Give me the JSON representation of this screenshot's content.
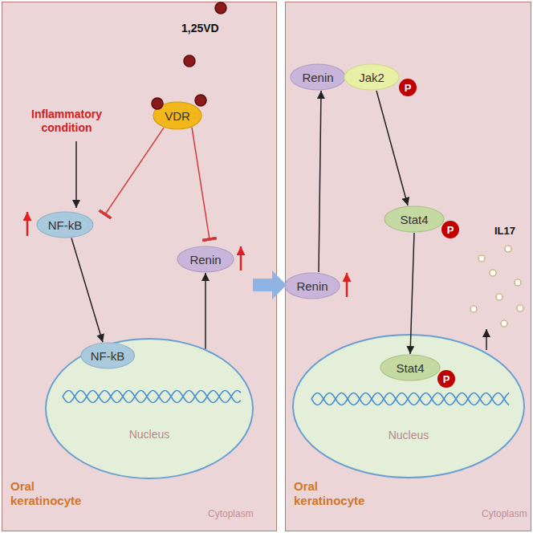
{
  "diagram": {
    "nodes": [
      {
        "text": [
          "Oral keratinocyte",
          "Cytoplasm"
        ]
      },
      {
        "text": [
          "VDR"
        ],
        "in": 0
      },
      {
        "text": [
          "NF-kB"
        ],
        "in": 0
      },
      {
        "text": [
          "Renin"
        ],
        "in": 0
      },
      {
        "text": [
          "Nucleus"
        ],
        "in": 0
      },
      {
        "text": [
          "NF-kB"
        ],
        "in": 4
      },
      {
        "text": [
          "Oral keratinocyte",
          "Cytoplasm"
        ]
      },
      {
        "text": [
          "Renin"
        ],
        "in": 6
      },
      {
        "text": [
          "Jak2"
        ],
        "in": 6
      },
      {
        "text": [
          "P"
        ],
        "in": 6
      },
      {
        "text": [
          "Stat4"
        ],
        "in": 6
      },
      {
        "text": [
          "P"
        ],
        "in": 6
      },
      {
        "text": [
          "Renin"
        ],
        "in": 6
      },
      {
        "text": [
          "Nucleus"
        ],
        "in": 6
      },
      {
        "text": [
          "Stat4"
        ],
        "in": 13
      },
      {
        "text": [
          "P"
        ],
        "in": 13
      }
    ],
    "edges": [
      {
        "from": 1,
        "to": 2,
        "arrow": "to"
      },
      {
        "from": 1,
        "to": 3,
        "arrow": "to"
      },
      {
        "from": 2,
        "to": 5,
        "arrow": "to"
      },
      {
        "from": 4,
        "to": 3,
        "arrow": "to"
      },
      {
        "from": 0,
        "to": 6,
        "arrow": "to"
      },
      {
        "from": 12,
        "to": 7,
        "arrow": "to"
      },
      {
        "from": 8,
        "to": 10,
        "arrow": "to"
      },
      {
        "from": 10,
        "to": 14,
        "arrow": "to"
      }
    ],
    "labels": [
      "1,25VD",
      "Inflammatory condition",
      "IL17"
    ]
  }
}
